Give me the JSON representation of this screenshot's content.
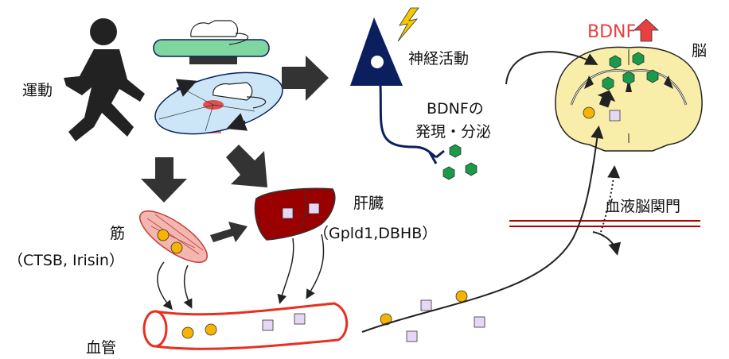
{
  "labels": {
    "exercise": "運動",
    "neural_activity": "神経活動",
    "bdnf_expression_line1": "BDNFの",
    "bdnf_expression_line2": "発現・分泌",
    "bdnf_up": "BDNF",
    "brain": "脳",
    "muscle": "筋",
    "muscle_factors": "（CTSB, Irisin）",
    "liver": "肝臓",
    "liver_factors": "（Gpld1,DBHB）",
    "bbb": "血液脳関門",
    "blood_vessel": "血管"
  },
  "colors": {
    "arrow": "#333333",
    "neuron": "#0b1f5e",
    "bdnf_hexagon": "#1a9a4a",
    "brain_fill": "#f8eeaa",
    "liver": "#9b0000",
    "vessel": "#e83020",
    "circle_factor": "#f5b400",
    "square_factor": "#e6d8f5",
    "bdnf_text": "#e84040",
    "treadmill": "#7fd6a0",
    "rotarod": "#cce6f8"
  }
}
